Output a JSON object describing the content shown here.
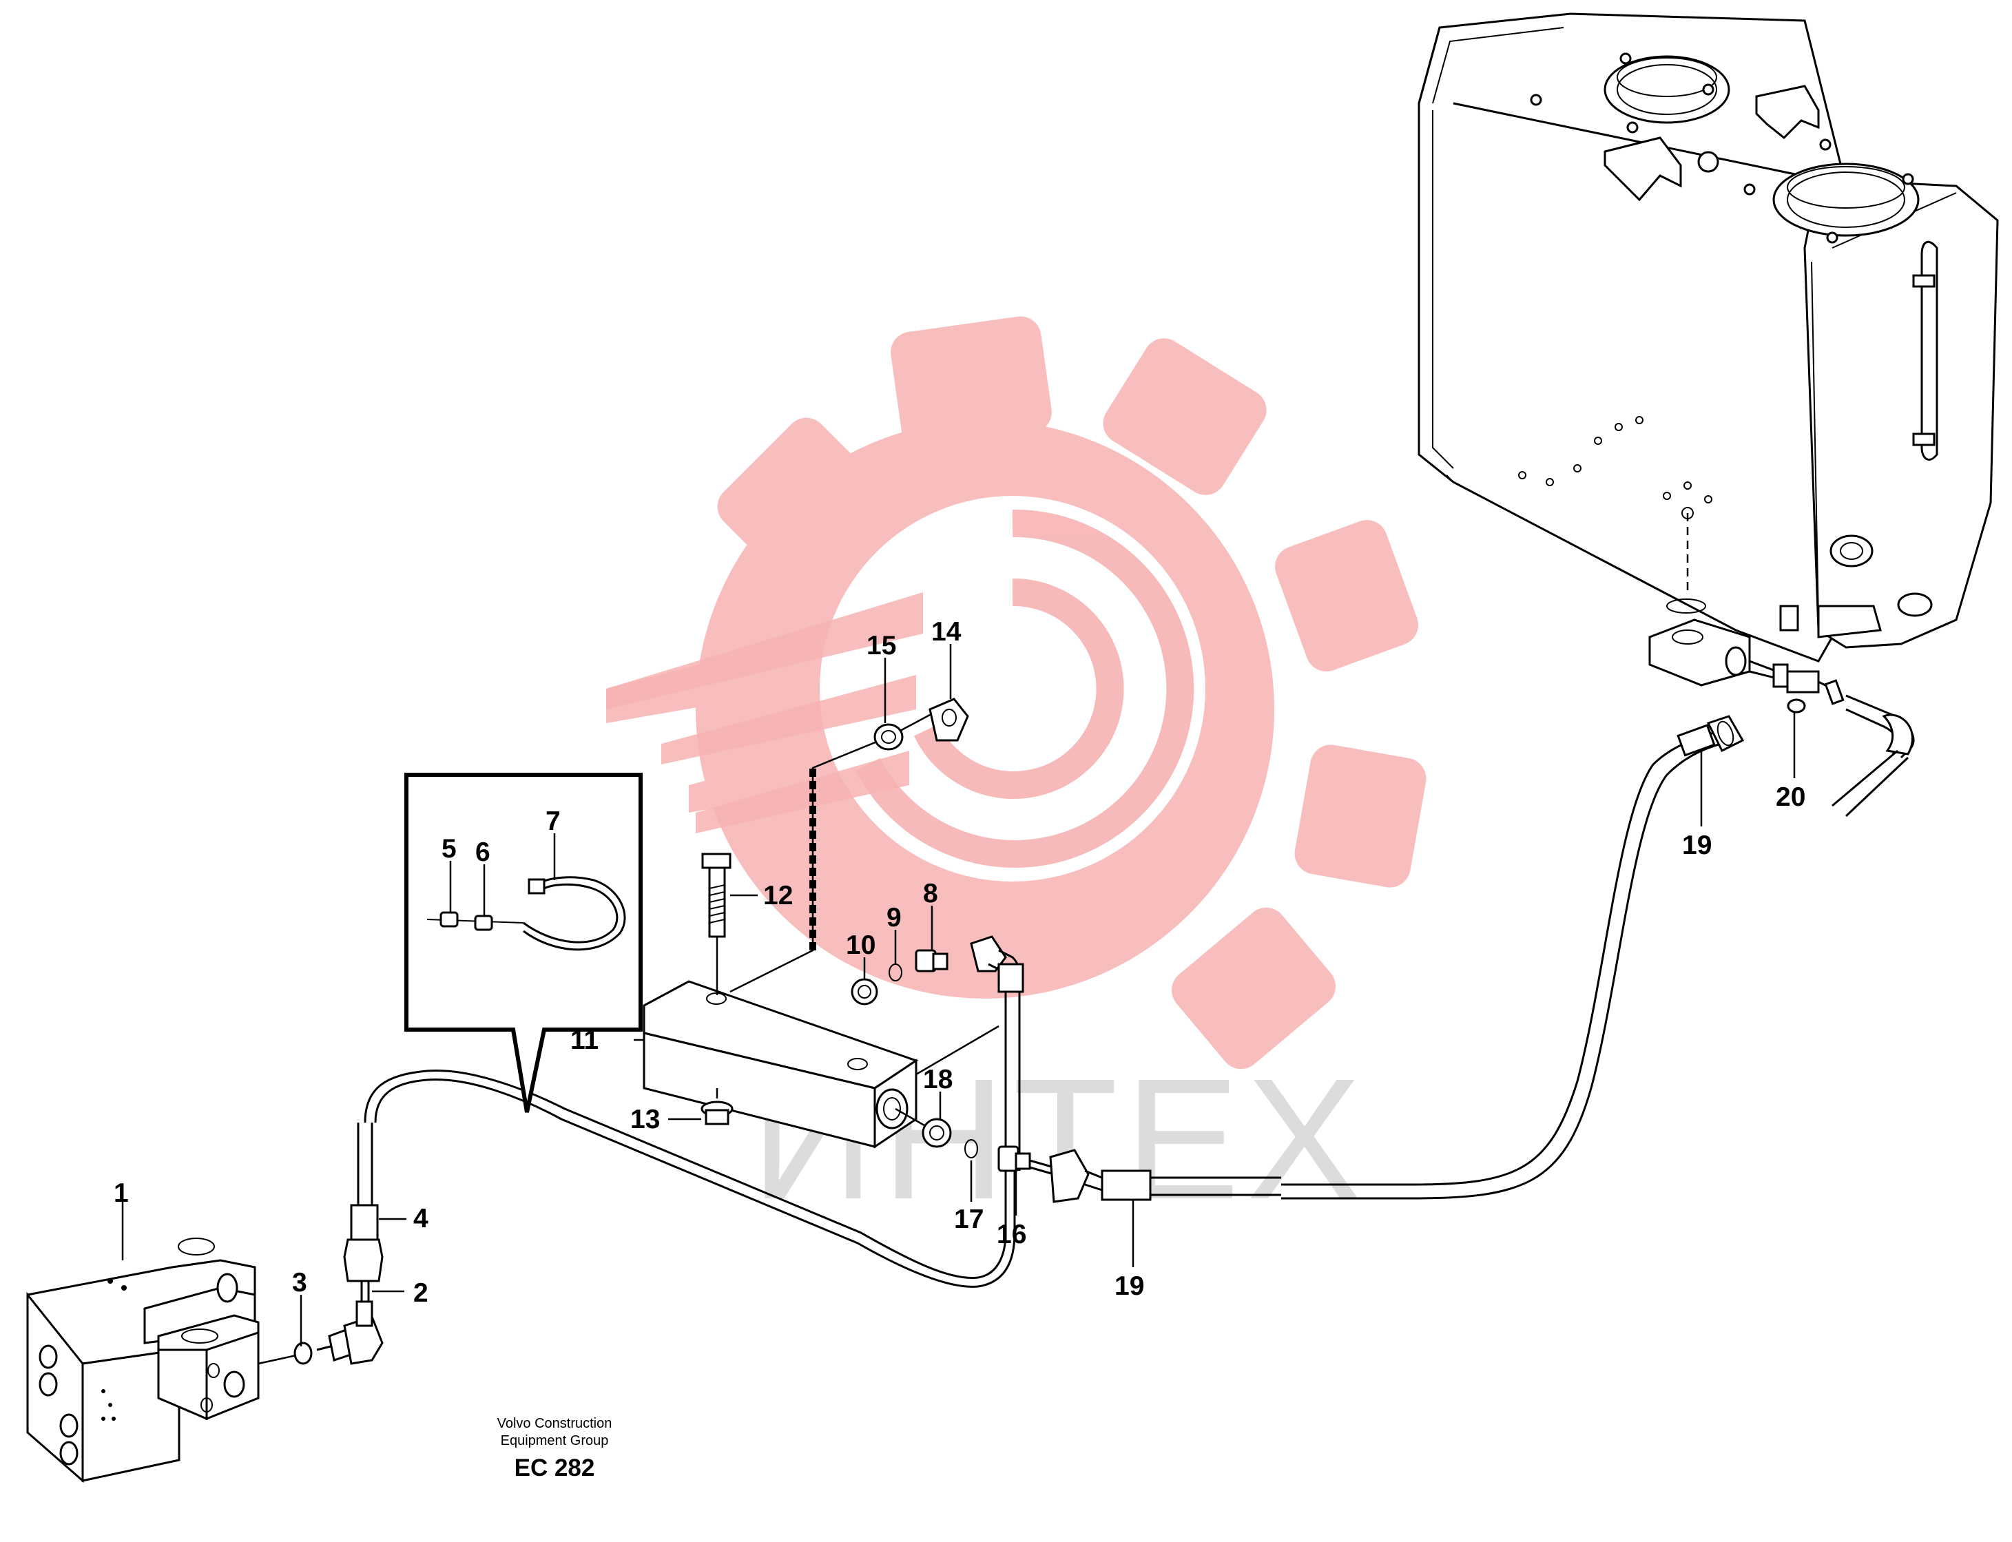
{
  "callouts": [
    {
      "id": "1",
      "text": "1"
    },
    {
      "id": "2",
      "text": "2"
    },
    {
      "id": "3",
      "text": "3"
    },
    {
      "id": "4",
      "text": "4"
    },
    {
      "id": "5",
      "text": "5"
    },
    {
      "id": "6",
      "text": "6"
    },
    {
      "id": "7",
      "text": "7"
    },
    {
      "id": "8",
      "text": "8"
    },
    {
      "id": "9",
      "text": "9"
    },
    {
      "id": "10",
      "text": "10"
    },
    {
      "id": "11",
      "text": "11"
    },
    {
      "id": "12",
      "text": "12"
    },
    {
      "id": "13",
      "text": "13"
    },
    {
      "id": "14",
      "text": "14"
    },
    {
      "id": "15",
      "text": "15"
    },
    {
      "id": "16",
      "text": "16"
    },
    {
      "id": "17",
      "text": "17"
    },
    {
      "id": "18",
      "text": "18"
    },
    {
      "id": "19a",
      "text": "19"
    },
    {
      "id": "19b",
      "text": "19"
    },
    {
      "id": "20",
      "text": "20"
    }
  ],
  "footer": {
    "line1": "Volvo Construction",
    "line2": "Equipment Group",
    "code": "EC 282"
  },
  "watermark": {
    "text": "ИНТЕХ",
    "gear_color": "#f7b3b3",
    "text_color": "#dcdcdc"
  }
}
